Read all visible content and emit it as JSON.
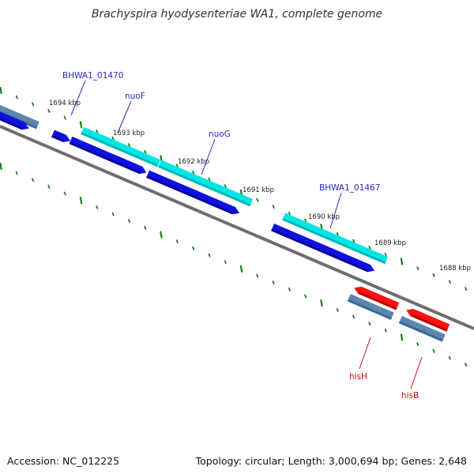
{
  "title": "Brachyspira hyodysenteriae WA1, complete genome",
  "accession": "Accession: NC_012225",
  "summary": "Topology: circular; Length: 3,000,694 bp; Genes: 2,648",
  "colors": {
    "backbone": "#7a7a7a",
    "ticks": "#1f7a1f",
    "forward_cds": "#00e6e6",
    "reverse_cds": "#1010e0",
    "rna": "#5b86b0",
    "highlight": "#ff1010",
    "label_blue": "#2a2acc",
    "label_red": "#cc1111"
  },
  "scale_labels": [
    "1694 kbp",
    "1693 kbp",
    "1692 kbp",
    "1691 kbp",
    "1690 kbp",
    "1689 kbp",
    "1688 kbp"
  ],
  "gene_labels": [
    {
      "text": "BHWA1_01470",
      "color": "label_blue"
    },
    {
      "text": "nuoF",
      "color": "label_blue"
    },
    {
      "text": "nuoG",
      "color": "label_blue"
    },
    {
      "text": "BHWA1_01467",
      "color": "label_blue"
    },
    {
      "text": "hisH",
      "color": "label_red"
    },
    {
      "text": "hisB",
      "color": "label_red"
    }
  ]
}
